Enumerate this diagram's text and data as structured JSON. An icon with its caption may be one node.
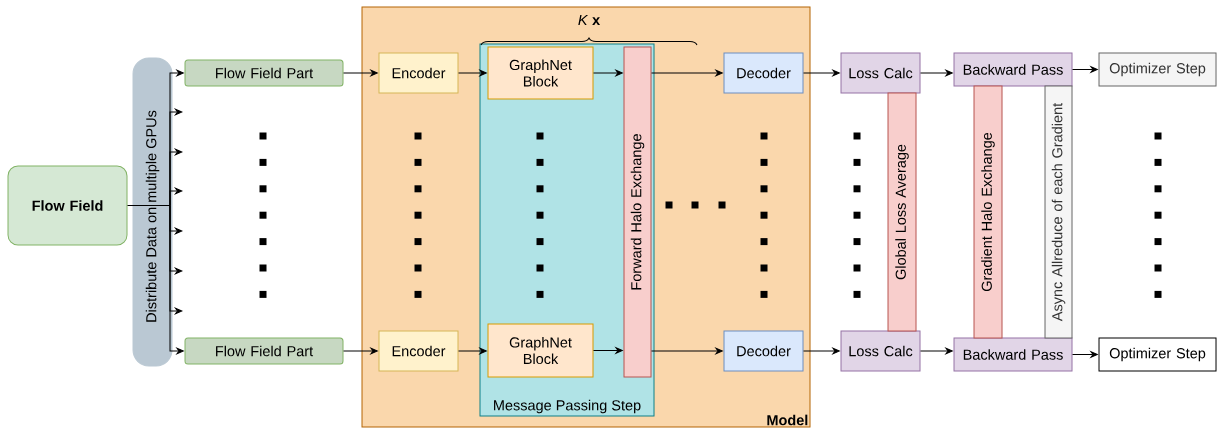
{
  "diagram": {
    "nodes": [
      {
        "text": [
          "Flow Field"
        ]
      },
      {
        "text": [
          "Distribute Data on multiple GPUs"
        ]
      },
      {
        "text": [
          "Flow Field Part"
        ]
      },
      {
        "text": [
          "Flow Field Part"
        ]
      },
      {
        "text": [
          "Model"
        ]
      },
      {
        "text": [
          "Encoder"
        ],
        "in": 4
      },
      {
        "text": [
          "Encoder"
        ],
        "in": 4
      },
      {
        "text": [
          "Message Passing Step"
        ],
        "in": 4
      },
      {
        "text": [
          "GraphNet Block"
        ],
        "in": 7
      },
      {
        "text": [
          "GraphNet Block"
        ],
        "in": 7
      },
      {
        "text": [
          "Forward Halo Exchange"
        ],
        "in": 7
      },
      {
        "text": [
          "Decoder"
        ],
        "in": 4
      },
      {
        "text": [
          "Decoder"
        ],
        "in": 4
      },
      {
        "text": [
          "Loss Calc"
        ]
      },
      {
        "text": [
          "Loss Calc"
        ]
      },
      {
        "text": [
          "Global Loss Average"
        ]
      },
      {
        "text": [
          "Backward Pass"
        ]
      },
      {
        "text": [
          "Backward Pass"
        ]
      },
      {
        "text": [
          "Gradient Halo Exchange"
        ]
      },
      {
        "text": [
          "Async Allreduce of each Gradient"
        ]
      },
      {
        "text": [
          "Optimizer Step"
        ]
      },
      {
        "text": [
          "Optimizer Step"
        ]
      }
    ],
    "edges": [
      {
        "from": 0,
        "to": 1,
        "arrow": "none"
      },
      {
        "from": 1,
        "to": 2,
        "arrow": "to"
      },
      {
        "from": 1,
        "to": null,
        "arrow": "to"
      },
      {
        "from": 1,
        "to": null,
        "arrow": "to"
      },
      {
        "from": 1,
        "to": null,
        "arrow": "to"
      },
      {
        "from": 1,
        "to": null,
        "arrow": "to"
      },
      {
        "from": 1,
        "to": null,
        "arrow": "to"
      },
      {
        "from": 1,
        "to": null,
        "arrow": "to"
      },
      {
        "from": 1,
        "to": 3,
        "arrow": "to"
      },
      {
        "from": 2,
        "to": 5,
        "arrow": "to"
      },
      {
        "from": 3,
        "to": 6,
        "arrow": "to"
      },
      {
        "from": 5,
        "to": 8,
        "arrow": "to"
      },
      {
        "from": 6,
        "to": 9,
        "arrow": "to"
      },
      {
        "from": 8,
        "to": 10,
        "arrow": "to"
      },
      {
        "from": 9,
        "to": 10,
        "arrow": "to"
      },
      {
        "from": 10,
        "to": 11,
        "arrow": "to"
      },
      {
        "from": 10,
        "to": 12,
        "arrow": "to"
      },
      {
        "from": 11,
        "to": 13,
        "arrow": "to"
      },
      {
        "from": 12,
        "to": 14,
        "arrow": "to"
      },
      {
        "from": 13,
        "to": 16,
        "arrow": "to"
      },
      {
        "from": 14,
        "to": 17,
        "arrow": "to"
      },
      {
        "from": 16,
        "to": 20,
        "arrow": "to"
      },
      {
        "from": 17,
        "to": 21,
        "arrow": "to"
      }
    ],
    "labels": [
      "*K* **x**"
    ]
  }
}
